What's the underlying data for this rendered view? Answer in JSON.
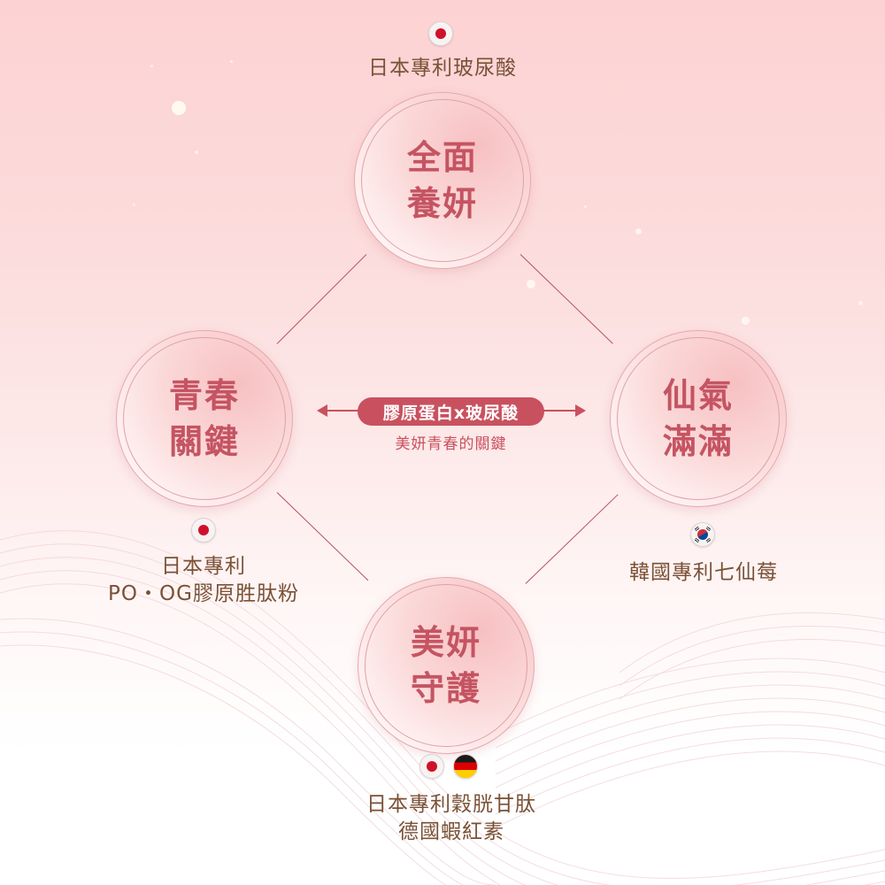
{
  "center": {
    "pill_text": "膠原蛋白x玻尿酸",
    "subtitle": "美妍青春的關鍵"
  },
  "nodes": {
    "top": {
      "title_lines": [
        "全面",
        "養妍"
      ],
      "flags": [
        "japan-flag"
      ],
      "caption_lines": [
        "日本專利玻尿酸"
      ]
    },
    "left": {
      "title_lines": [
        "青春",
        "關鍵"
      ],
      "flags": [
        "japan-flag"
      ],
      "caption_lines": [
        "日本專利",
        "PO・OG膠原胜肽粉"
      ]
    },
    "right": {
      "title_lines": [
        "仙氣",
        "滿滿"
      ],
      "flags": [
        "korea-flag"
      ],
      "caption_lines": [
        "韓國專利七仙莓"
      ]
    },
    "bottom": {
      "title_lines": [
        "美妍",
        "守護"
      ],
      "flags": [
        "japan-flag",
        "germany-flag"
      ],
      "caption_lines": [
        "日本專利穀胱甘肽",
        "德國蝦紅素"
      ]
    }
  },
  "colors": {
    "accent": "#c9515f",
    "circle_text": "#c55462",
    "caption_text": "#7a5136",
    "connector": "#b5505f",
    "bg_top": "#fdd2d3",
    "bg_bottom": "#ffffff"
  }
}
